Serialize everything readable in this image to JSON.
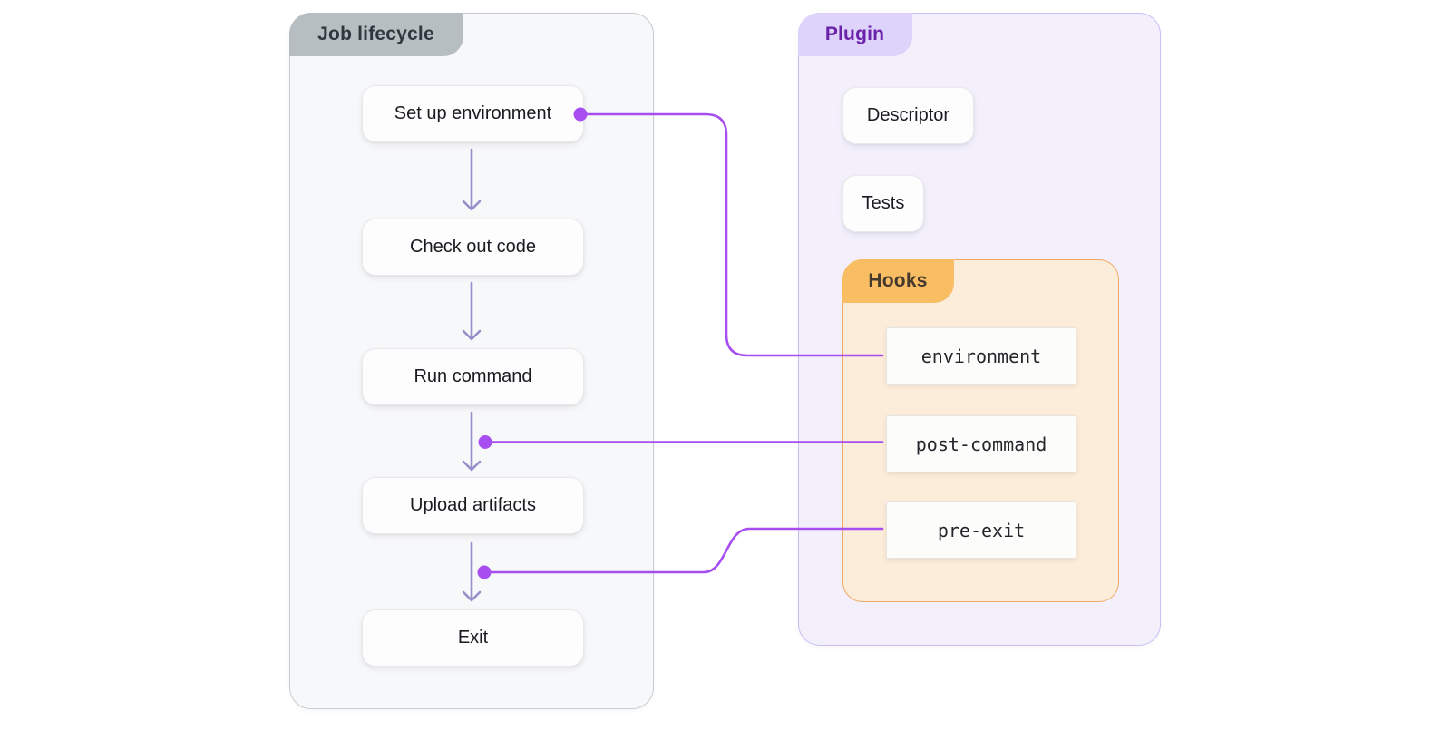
{
  "colors": {
    "page_bg": "#ffffff",
    "connector": "#a64ef0",
    "flow_arrow": "#978fc8",
    "job_box": {
      "bg": "#f7f8f9",
      "border": "#c7ccd3",
      "tab_bg": "#b6bec2",
      "tab_text": "#2d383e"
    },
    "plugin_box": {
      "bg": "#f3f0fc",
      "border": "#cbbef6",
      "tab_bg": "#ddd3fb",
      "tab_text": "#6b21a8"
    },
    "hooks_box": {
      "bg": "#fcecda",
      "border": "#efa964",
      "tab_bg": "#f9bd64",
      "tab_text": "#44392c"
    },
    "node": {
      "bg": "#fdfdfe",
      "border": "#e9e9ed",
      "text": "#191b20"
    },
    "hook_node": {
      "bg": "#fcfcfb",
      "border": "#e8e4de",
      "text": "#24262b"
    }
  },
  "job": {
    "title": "Job lifecycle",
    "steps": [
      {
        "label": "Set up environment"
      },
      {
        "label": "Check out code"
      },
      {
        "label": "Run command"
      },
      {
        "label": "Upload artifacts"
      },
      {
        "label": "Exit"
      }
    ]
  },
  "plugin": {
    "title": "Plugin",
    "items": [
      {
        "label": "Descriptor"
      },
      {
        "label": "Tests"
      }
    ],
    "hooks": {
      "title": "Hooks",
      "entries": [
        {
          "label": "environment"
        },
        {
          "label": "post-command"
        },
        {
          "label": "pre-exit"
        }
      ]
    }
  }
}
